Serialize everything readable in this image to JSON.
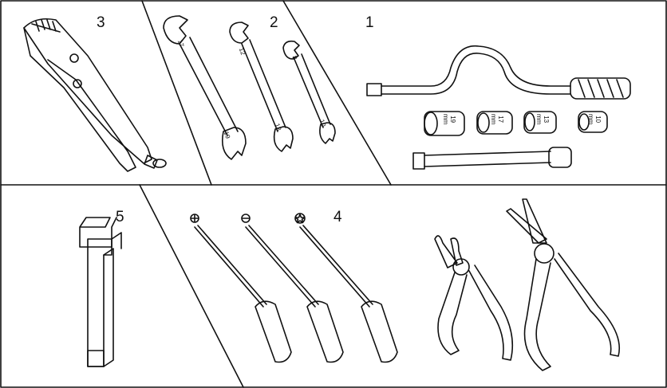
{
  "panels": [
    {
      "number": "1",
      "sockets": [
        {
          "size": "19",
          "unit": "mm"
        },
        {
          "size": "17",
          "unit": "mm"
        },
        {
          "size": "13",
          "unit": "mm"
        },
        {
          "size": "10",
          "unit": "mm"
        }
      ]
    },
    {
      "number": "2",
      "wrenches": [
        {
          "top": "17",
          "bottom": "19"
        },
        {
          "top": "12",
          "bottom": "13"
        },
        {
          "top": "8",
          "bottom": "10"
        }
      ]
    },
    {
      "number": "3"
    },
    {
      "number": "4"
    },
    {
      "number": "5"
    }
  ],
  "colors": {
    "line": "#111111",
    "background": "#ffffff"
  }
}
